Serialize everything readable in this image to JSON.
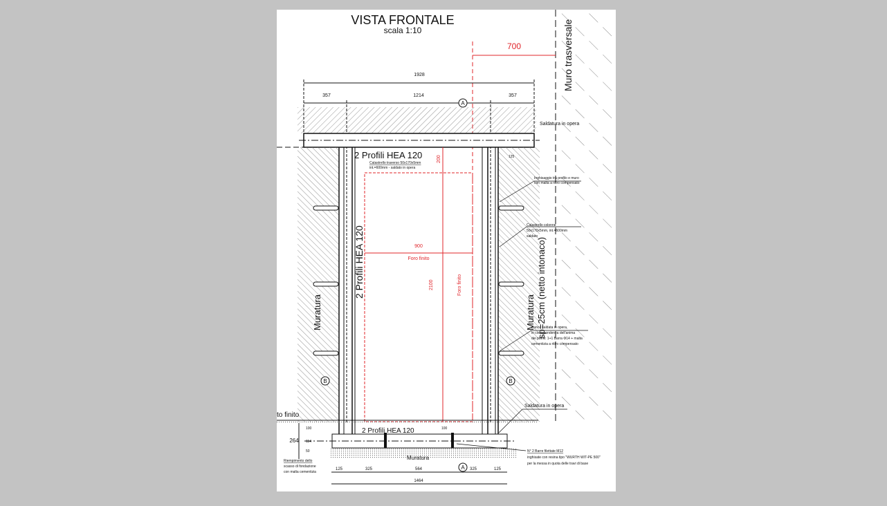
{
  "title": "VISTA FRONTALE",
  "scale": "scala 1:10",
  "transverse_wall": "Muro trasversale",
  "dimensions": {
    "red_offset": "700",
    "overall_top": "1928",
    "top_left": "357",
    "top_center": "1214",
    "top_right": "357",
    "opening_width": "900",
    "opening_height": "2100",
    "lintel_gap": "200",
    "side_gap": "125",
    "base_total": "264",
    "base_a": "100",
    "base_b": "114",
    "base_c": "50",
    "mid_100": "100",
    "bottom": [
      "125",
      "325",
      "564",
      "325",
      "125"
    ],
    "bottom_total": "1464"
  },
  "labels": {
    "section_a": "A",
    "section_b": "B",
    "top_beam": "2 Profili HEA 120",
    "top_beam_note_1": "Calastrello traverso 50x170x5mm",
    "top_beam_note_2": "int.=600mm - saldato in opera",
    "column": "2 Profili HEA 120",
    "bottom_beam": "2 Profili HEA 120",
    "opening": "Foro finito",
    "opening_vertical": "Foro finito",
    "masonry_left": "Muratura",
    "masonry_right": "Muratura",
    "masonry_right_thk": "sp=25cm (netto intonaco)",
    "masonry_bottom": "Muratura",
    "floor": "to finito",
    "weld_top": "Saldatura in opera",
    "weld_bottom": "Saldatura in opera"
  },
  "notes": {
    "grout": [
      "Inghisaggio tra profilo e muro",
      "con malta a ritiro compensato"
    ],
    "batten": [
      "Calastrello colonne",
      "50x170x5mm,  int.=600mm",
      "saldato"
    ],
    "anchor": [
      "Zanca saldata in opera,",
      "in corrispondenza dell'anima",
      "dei profili: 1+1 Barra Φ14 + malta",
      "cementizia a ritiro compensato"
    ],
    "rods": [
      "N° 2 Barre filettate M12",
      "inghisate con resina tipo \"WURTH WIT-PE 500\"",
      "per la messa in quota delle travi di base"
    ],
    "fill": [
      "Riempimento dello",
      "scasso di fondazione",
      "con malta cementizia"
    ]
  },
  "colors": {
    "dimension_red": "#e0242a",
    "background": "#c3c3c3",
    "paper": "#ffffff"
  }
}
